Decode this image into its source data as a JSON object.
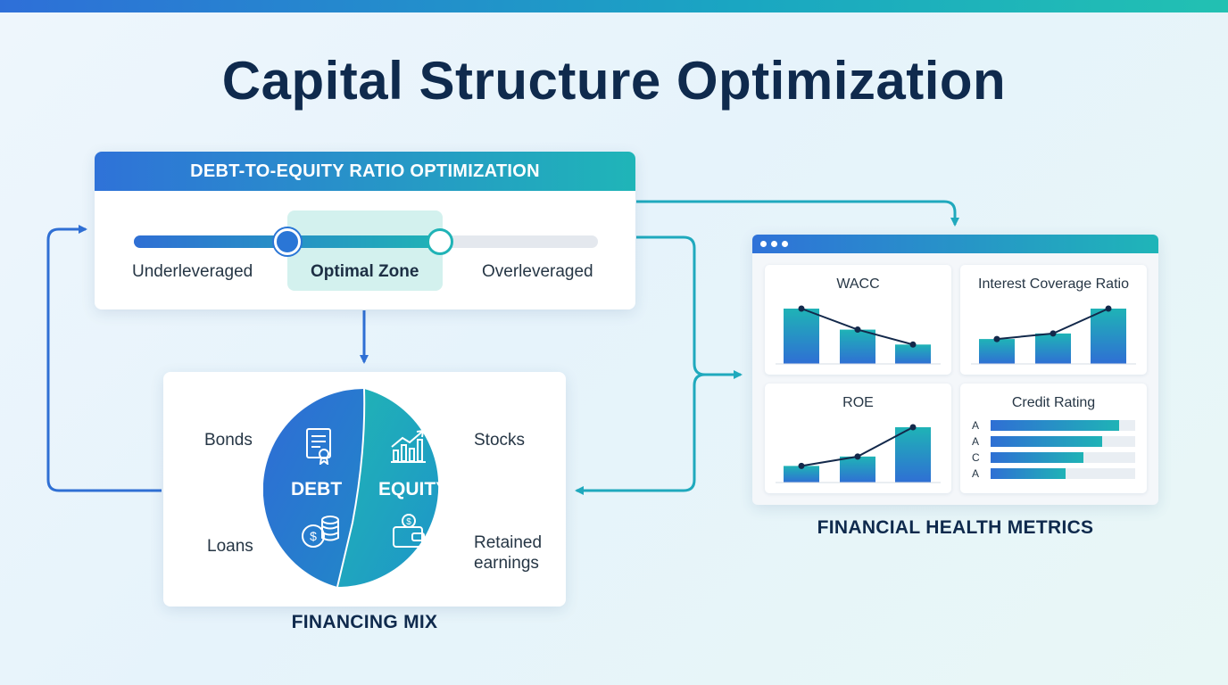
{
  "title": "Capital Structure Optimization",
  "colors": {
    "blue": "#2f6fd4",
    "teal": "#1fb3b6",
    "navy": "#0f2a4d"
  },
  "de_panel": {
    "header": "DEBT-TO-EQUITY RATIO OPTIMIZATION",
    "zones": {
      "left": "Underleveraged",
      "middle": "Optimal Zone",
      "right": "Overleveraged"
    },
    "slider_low": 0.33,
    "slider_high": 0.66
  },
  "financing_mix": {
    "caption": "FINANCING MIX",
    "debt_label": "DEBT",
    "equity_label": "EQUITY",
    "debt_items": [
      "Bonds",
      "Loans"
    ],
    "equity_items": [
      "Stocks",
      "Retained earnings"
    ],
    "icons": {
      "bonds": "certificate-icon",
      "loans": "coins-icon",
      "stocks": "stock-chart-icon",
      "retained": "wallet-icon"
    }
  },
  "health_metrics": {
    "caption": "FINANCIAL HEALTH METRICS",
    "window_icon": "browser-dots-icon",
    "cards": {
      "wacc": {
        "title": "WACC",
        "values": [
          1.0,
          0.62,
          0.35
        ]
      },
      "icr": {
        "title": "Interest Coverage Ratio",
        "values": [
          0.45,
          0.55,
          1.0
        ]
      },
      "roe": {
        "title": "ROE",
        "values": [
          0.3,
          0.47,
          1.0
        ]
      },
      "credit": {
        "title": "Credit Rating",
        "rows": [
          {
            "letter": "A",
            "level": 0.89
          },
          {
            "letter": "A",
            "level": 0.77
          },
          {
            "letter": "C",
            "level": 0.64
          },
          {
            "letter": "A",
            "level": 0.52
          }
        ]
      }
    }
  }
}
